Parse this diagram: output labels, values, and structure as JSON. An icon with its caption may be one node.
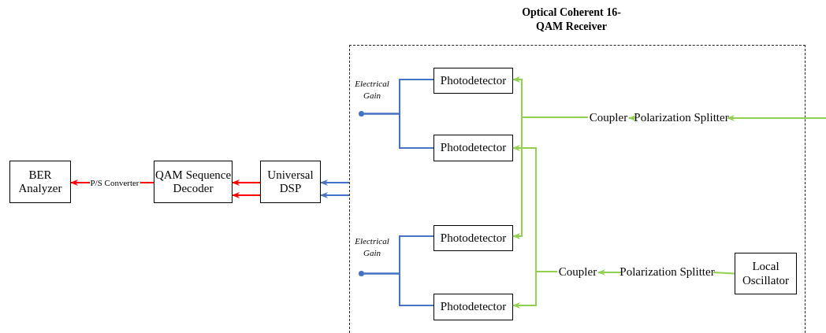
{
  "diagram": {
    "nodes": [
      {
        "text": [
          "Optical Coherent 16-QAM Receiver"
        ]
      },
      {
        "text": [
          "BER Analyzer"
        ]
      },
      {
        "text": [
          "QAM Sequence Decoder"
        ]
      },
      {
        "text": [
          "Universal DSP"
        ]
      },
      {
        "text": [],
        "shape": "circle",
        "beside": [
          "Electrical Gain"
        ],
        "in": 0
      },
      {
        "text": [
          "Photodetector"
        ],
        "in": 0
      },
      {
        "text": [
          "Photodetector"
        ],
        "in": 0
      },
      {
        "text": [],
        "shape": "circle",
        "beside": [
          "Electrical Gain"
        ],
        "in": 0
      },
      {
        "text": [
          "Photodetector"
        ],
        "in": 0
      },
      {
        "text": [
          "Photodetector"
        ],
        "in": 0
      },
      {
        "text": [
          "Coupler"
        ],
        "in": 0
      },
      {
        "text": [
          "Polarization Splitter"
        ],
        "in": 0
      },
      {
        "text": [
          "Coupler"
        ],
        "in": 0
      },
      {
        "text": [
          "Polarization Splitter"
        ],
        "in": 0
      },
      {
        "text": [
          "Local Oscillator"
        ],
        "in": 0
      }
    ],
    "edges": [
      {
        "from": null,
        "to": 11,
        "arrow": "to"
      },
      {
        "from": 11,
        "to": 10,
        "arrow": "to"
      },
      {
        "from": 10,
        "to": 5,
        "arrow": "to"
      },
      {
        "from": 10,
        "to": 8,
        "arrow": "to"
      },
      {
        "from": 14,
        "to": 13,
        "arrow": "none"
      },
      {
        "from": 13,
        "to": 12,
        "arrow": "to"
      },
      {
        "from": 12,
        "to": 6,
        "arrow": "to"
      },
      {
        "from": 12,
        "to": 9,
        "arrow": "to"
      },
      {
        "from": 4,
        "to": 5,
        "arrow": "none",
        "color": "#4472c4"
      },
      {
        "from": 4,
        "to": 6,
        "arrow": "none",
        "color": "#4472c4"
      },
      {
        "from": 7,
        "to": 8,
        "arrow": "none",
        "color": "#4472c4"
      },
      {
        "from": 7,
        "to": 9,
        "arrow": "none",
        "color": "#4472c4"
      },
      {
        "from": 0,
        "to": 3,
        "arrow": "to",
        "color": "#4472c4"
      },
      {
        "from": 0,
        "to": 3,
        "arrow": "to",
        "color": "#4472c4"
      },
      {
        "from": 3,
        "to": 2,
        "arrow": "to",
        "color": "#ff0000"
      },
      {
        "from": 3,
        "to": 2,
        "arrow": "to",
        "color": "#ff0000"
      },
      {
        "from": 2,
        "to": 1,
        "arrow": "to",
        "color": "#ff0000",
        "label": "P/S Converter"
      }
    ]
  }
}
